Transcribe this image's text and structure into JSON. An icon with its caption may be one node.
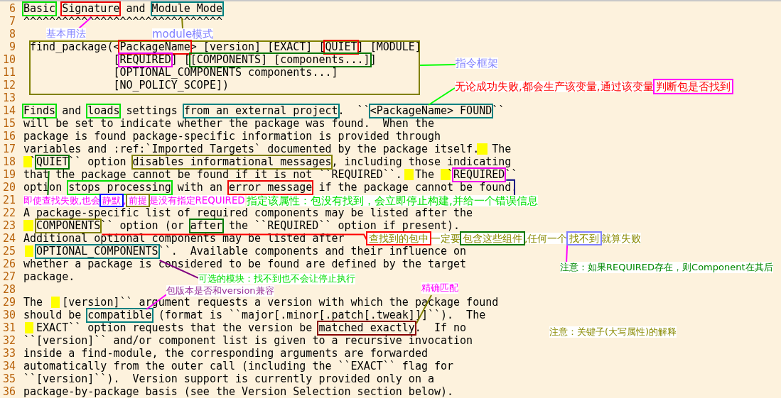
{
  "diagram": {
    "nodes": [
      {
        "text": [],
        "shape": "box"
      },
      {
        "text": [],
        "shape": "box"
      },
      {
        "text": [],
        "shape": "box"
      },
      {
        "text": [
          "基本用法"
        ]
      },
      {
        "text": [
          "module模式"
        ]
      },
      {
        "text": [],
        "shape": "box"
      },
      {
        "text": [],
        "shape": "box",
        "in": 5
      },
      {
        "text": [],
        "shape": "box",
        "in": 5
      },
      {
        "text": [],
        "shape": "box",
        "in": 5
      },
      {
        "text": [],
        "shape": "box",
        "in": 5
      },
      {
        "text": [
          "指令框架"
        ]
      },
      {
        "text": [
          "无论成功失败,都会生产该变量,通过该变量判断包是否找到"
        ]
      },
      {
        "text": [],
        "shape": "box"
      },
      {
        "text": [],
        "shape": "box"
      },
      {
        "text": [],
        "shape": "box"
      },
      {
        "text": [],
        "shape": "box"
      },
      {
        "text": [],
        "shape": "box"
      },
      {
        "text": [],
        "shape": "box"
      },
      {
        "text": [],
        "shape": "box"
      },
      {
        "text": [],
        "shape": "box"
      },
      {
        "text": [],
        "shape": "box"
      },
      {
        "text": [
          "即使查找失败,也会静默,前提是没有指定REQUIRED"
        ]
      },
      {
        "text": [
          "指定该属性：包没有找到，会立即停止构建,并给一个错误信息"
        ]
      },
      {
        "text": [],
        "shape": "box"
      },
      {
        "text": [],
        "shape": "box"
      },
      {
        "text": [
          "查找到的包中一定要包含这些组件,任何一个找不到就算失败"
        ]
      },
      {
        "text": [],
        "shape": "box"
      },
      {
        "text": [
          "注意：如果REQUIRED存在，则Component在其后"
        ]
      },
      {
        "text": [
          "可选的模块：找不到也不会让停止执行"
        ]
      },
      {
        "text": [
          "包版本是否和version兼容"
        ]
      },
      {
        "text": [
          "精确匹配"
        ]
      },
      {
        "text": [],
        "shape": "box"
      },
      {
        "text": [],
        "shape": "box"
      },
      {
        "text": [
          "注意：关键子(大写属性)的解释"
        ]
      }
    ],
    "edges": [
      {
        "from": 3,
        "to": 1,
        "arrow": "none",
        "color": "#ff00ff"
      },
      {
        "from": 4,
        "to": 2,
        "arrow": "none",
        "color": "#808000"
      },
      {
        "from": 10,
        "to": 5,
        "arrow": "none",
        "color": "#00ff00"
      },
      {
        "from": 11,
        "to": 15,
        "arrow": "none",
        "color": "#00ff00"
      },
      {
        "from": 21,
        "to": 16,
        "arrow": "none",
        "color": "#007700"
      },
      {
        "from": 22,
        "to": 18,
        "arrow": "none",
        "color": "#000080"
      },
      {
        "from": 25,
        "to": 23,
        "arrow": "none",
        "color": "#ff0000"
      },
      {
        "from": 27,
        "to": 25,
        "arrow": "none",
        "color": "#ff00ff"
      },
      {
        "from": 28,
        "to": 26,
        "arrow": "none",
        "color": "#800080"
      },
      {
        "from": 29,
        "to": 31,
        "arrow": "none",
        "color": "#ff00ff"
      },
      {
        "from": 30,
        "to": 32,
        "arrow": "none",
        "color": "#808000"
      }
    ],
    "labels": [
      "6",
      "Basic Signature and Module Mode",
      "7",
      "^^^^^^^^^^^^^^^^^^^^^^^^^^^^^^^",
      "8",
      "9",
      "find_package(<PackageName> [version] [EXACT] [QUIET] [MODULE]",
      "10",
      "[REQUIRED] [[COMPONENTS] [components...]]",
      "11",
      "[OPTIONAL_COMPONENTS components...]",
      "12",
      "[NO_POLICY_SCOPE])",
      "13",
      "14",
      "Finds and loads settings from an external project.  ``<PackageName> FOUND``",
      "15",
      "will be set to indicate whether the package was found.  When the",
      "16",
      "package is found package-specific information is provided through",
      "17",
      "variables and :ref:`Imported Targets` documented by the package itself.  The",
      "18",
      "`QUIET`` option disables informational messages, including those indicating",
      "19",
      "that the package cannot be found if it is not ``REQUIRED``.  The  `REQUIRED``",
      "20",
      "option stops processing with an error message if the package cannot be found.",
      "21",
      "22",
      "A package-specific list of required components may be listed after the",
      "23",
      "COMPONENTS`` option (or after the ``REQUIRED`` option if present).",
      "24",
      "Additional optional components may be listed after",
      "25",
      "OPTIONAL_COMPONENTS``.  Available components and their influence on",
      "26",
      "whether a package is considered to be found are defined by the target",
      "27",
      "package.",
      "28",
      "29",
      "The   [version]`` argument requests a version with which the package found",
      "30",
      "should be compatible (format is ``major[.minor[.patch[.tweak]]]``).  The",
      "31",
      "EXACT`` option requests that the version be matched exactly.  If no",
      "32",
      "``[version]`` and/or component list is given to a recursive invocation",
      "33",
      "inside a find-module, the corresponding arguments are forwarded",
      "34",
      "automatically from the outer call (including the ``EXACT`` flag for",
      "35",
      "``[version]``).  Version support is currently provided only on a",
      "36",
      "package-by-package basis (see the Version Selection section below)."
    ]
  }
}
